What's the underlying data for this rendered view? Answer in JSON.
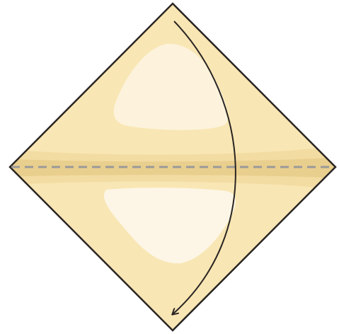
{
  "diagram": {
    "kind": "origami-fold-step",
    "paper_shape": "square-rotated-45",
    "fold_line": "horizontal-valley-fold-dashed",
    "arrow": "curved-fold-arrow-top-to-bottom",
    "colors": {
      "background": "#ffffff",
      "paper_base": "#f8e6b4",
      "paper_mid": "#f3dca2",
      "paper_band": "#e9cf8e",
      "highlight": "#fdf3dc",
      "highlight_inner": "#fdf6e6",
      "outline": "#2a2523",
      "fold_line": "#9a9a9a",
      "arrow": "#2a2523"
    }
  }
}
